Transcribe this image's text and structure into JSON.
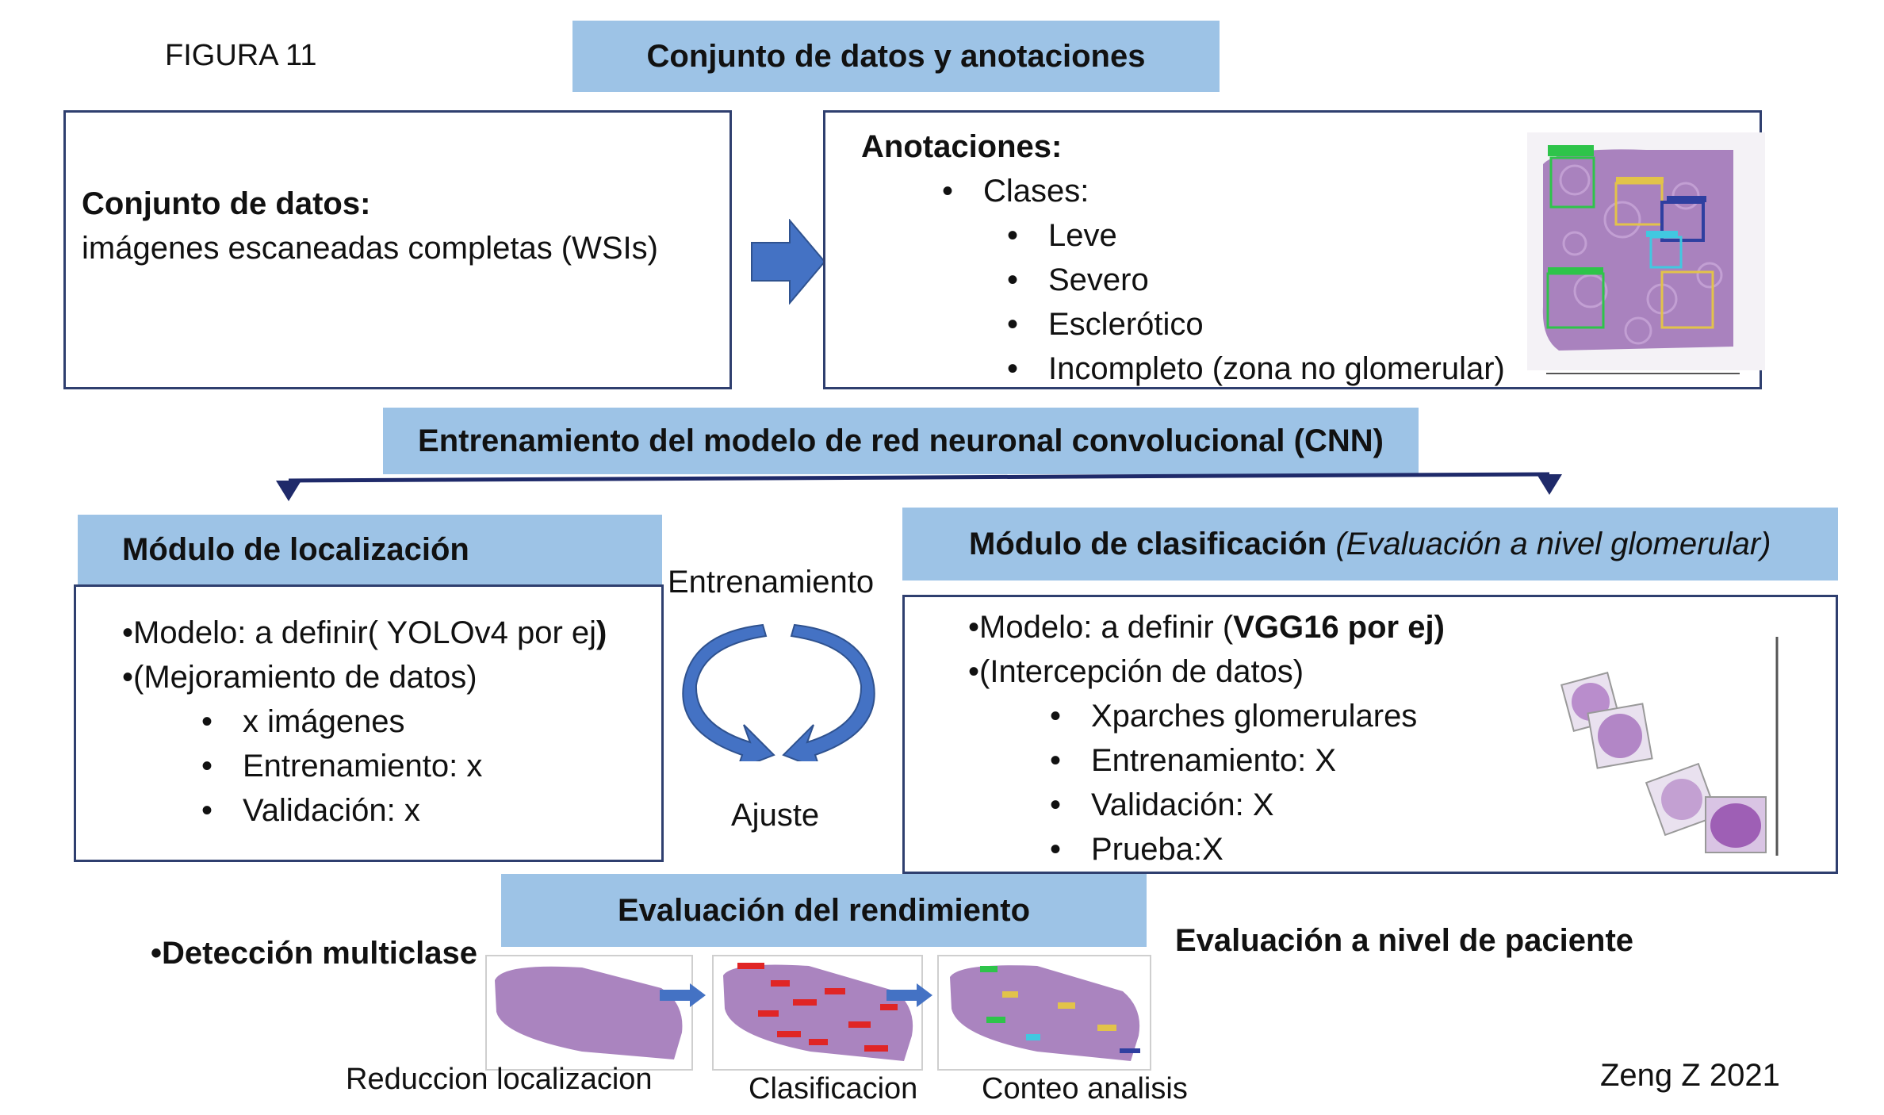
{
  "figure_label": "FIGURA 11",
  "credit": "Zeng Z 2021",
  "colors": {
    "banner_bg": "#9dc3e6",
    "box_border": "#2f3f6f",
    "arrow": "#4472c4",
    "tissue": "#9b6fb4"
  },
  "section1": {
    "title": "Conjunto de datos y anotaciones",
    "dataset": {
      "heading": "Conjunto de datos:",
      "text": "imágenes escaneadas completas (WSIs)"
    },
    "annotations": {
      "heading": "Anotaciones:",
      "classes_label": "Clases:",
      "classes": [
        "Leve",
        "Severo",
        "Esclerótico",
        "Incompleto (zona no glomerular)"
      ]
    }
  },
  "section2": {
    "title": "Entrenamiento del modelo de red neuronal convolucional (CNN)",
    "localization": {
      "title": "Módulo de localización",
      "model_prefix": "•Modelo: a definir( YOLOv4 por ej",
      "model_paren": ")",
      "augmentation": "•(Mejoramiento de datos)",
      "items": [
        "x imágenes",
        "Entrenamiento: x",
        "Validación: x"
      ]
    },
    "cycle": {
      "top_label": "Entrenamiento",
      "bottom_label": "Ajuste"
    },
    "classification": {
      "title": "Módulo de clasificación",
      "subtitle": "(Evaluación a nivel glomerular)",
      "model_prefix": "•Modelo:  a definir (",
      "model_bold": "VGG16 por ej)",
      "interception": "•(Intercepción de datos)",
      "items": [
        "Xparches glomerulares",
        "Entrenamiento: X",
        "Validación: X",
        "Prueba:X"
      ]
    }
  },
  "section3": {
    "title": "Evaluación del rendimiento",
    "left_label": "•Detección multiclase",
    "right_label": "Evaluación a nivel de paciente",
    "captions": [
      "Reduccion localizacion",
      "Clasificacion",
      "Conteo analisis"
    ]
  }
}
